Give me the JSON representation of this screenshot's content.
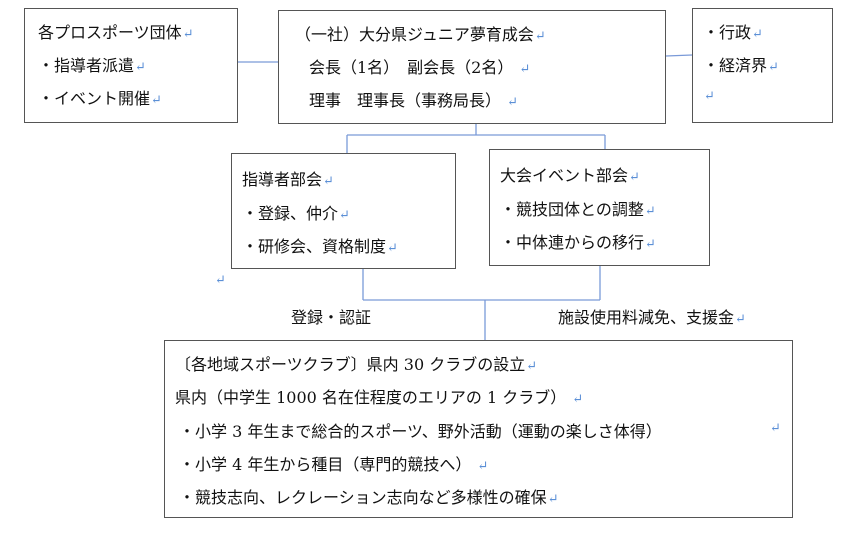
{
  "return_mark": "↵",
  "accent_line_color": "#7a9ad8",
  "pro_sports": {
    "title": "各プロスポーツ団体",
    "items": [
      "・指導者派遣",
      "・イベント開催"
    ]
  },
  "association": {
    "title": "（一社）大分県ジュニア夢育成会",
    "row1": "会長（1名）　副会長（2名）",
    "row2": "理事　理事長（事務局長）"
  },
  "government": {
    "items": [
      "・行政",
      "・経済界"
    ]
  },
  "coach_dept": {
    "title": "指導者部会",
    "items": [
      "・登録、仲介",
      "・研修会、資格制度"
    ]
  },
  "event_dept": {
    "title": "大会イベント部会",
    "items": [
      "・競技団体との調整",
      "・中体連からの移行"
    ]
  },
  "labels": {
    "left": "登録・認証",
    "right": "施設使用料減免、支援金"
  },
  "clubs": {
    "title": "〔各地域スポーツクラブ〕県内 30 クラブの設立",
    "lines": [
      "県内（中学生 1000 名在住程度のエリアの 1 クラブ）",
      "・小学 3 年生まで総合的スポーツ、野外活動（運動の楽しさ体得）",
      "・小学 4 年生から種目（専門的競技へ）",
      "・競技志向、レクレーション志向など多様性の確保"
    ]
  }
}
